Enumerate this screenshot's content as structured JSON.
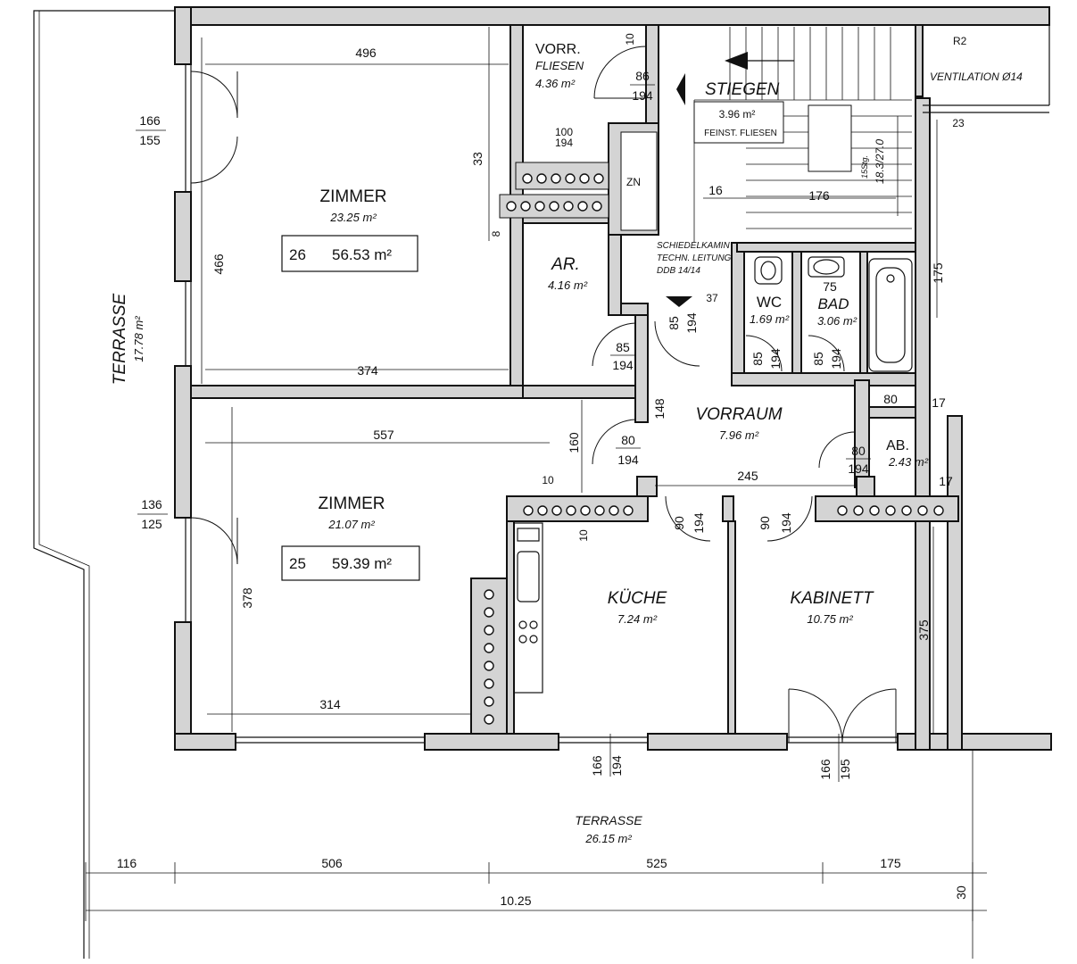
{
  "rooms": {
    "zimmer1": {
      "name": "ZIMMER",
      "area": "23.25 m²",
      "code": "26",
      "gross": "56.53 m²"
    },
    "zimmer2": {
      "name": "ZIMMER",
      "area": "21.07 m²",
      "code": "25",
      "gross": "59.39 m²"
    },
    "vorr": {
      "name": "VORR.",
      "finish": "FLIESEN",
      "area": "4.36 m²"
    },
    "stiegen": {
      "name": "STIEGEN",
      "area": "3.96 m²",
      "finish": "FEINST. FLIESEN"
    },
    "ar": {
      "name": "AR.",
      "area": "4.16 m²"
    },
    "wc": {
      "name": "WC",
      "area": "1.69 m²"
    },
    "bad": {
      "name": "BAD",
      "area": "3.06 m²"
    },
    "vorraum": {
      "name": "VORRAUM",
      "area": "7.96 m²"
    },
    "ab": {
      "name": "AB.",
      "area": "2.43 m²"
    },
    "kueche": {
      "name": "KÜCHE",
      "area": "7.24 m²"
    },
    "kabinett": {
      "name": "KABINETT",
      "area": "10.75 m²"
    },
    "terrasse_side": {
      "name": "TERRASSE",
      "area": "17.78 m²"
    },
    "terrasse_front": {
      "name": "TERRASSE",
      "area": "26.15 m²"
    }
  },
  "labels": {
    "zn": "ZN",
    "r2": "R2",
    "ventilation": "VENTILATION Ø14",
    "kamin": [
      "SCHIEDELKAMIN",
      "TECHN. LEITUNG",
      "DDB 14/14"
    ],
    "stair_steps": "15Stg.",
    "stair_ratio": "18.3/27.0"
  },
  "dimensions": {
    "z1_width": "496",
    "z1_inner": "374",
    "z1_depth": "466",
    "win_top_w": "166",
    "win_top_h": "155",
    "d33": "33",
    "d8": "8",
    "z2_width": "557",
    "z2_depth": "378",
    "z2_inner": "314",
    "win_mid_w": "136",
    "win_mid_h": "125",
    "d160": "160",
    "d10a": "10",
    "d10b": "10",
    "vorr_door_w": "86",
    "vorr_door_h": "194",
    "d10c": "10",
    "ar_small_w": "100",
    "ar_small_h": "194",
    "stair16": "16",
    "stair176": "176",
    "d175": "175",
    "bad75": "75",
    "d23": "23",
    "door85a_w": "85",
    "door85a_h": "194",
    "door85b_w": "85",
    "door85b_h": "194",
    "wc_door_w": "85",
    "wc_door_h": "194",
    "bad_door_w": "85",
    "bad_door_h": "194",
    "d148": "148",
    "z2_door_w": "80",
    "z2_door_h": "194",
    "ab_door_w": "80",
    "ab_door_h": "194",
    "d80": "80",
    "d17a": "17",
    "d17b": "17",
    "d245": "245",
    "k_door_w": "90",
    "k_door_h": "194",
    "kab_door_w": "90",
    "kab_door_h": "194",
    "d375": "375",
    "win_k_w": "166",
    "win_k_h": "194",
    "win_kab_w": "166",
    "win_kab_h": "195",
    "b116": "116",
    "b506": "506",
    "b525": "525",
    "b175": "175",
    "total": "10.25",
    "d30": "30",
    "d37": "37"
  }
}
